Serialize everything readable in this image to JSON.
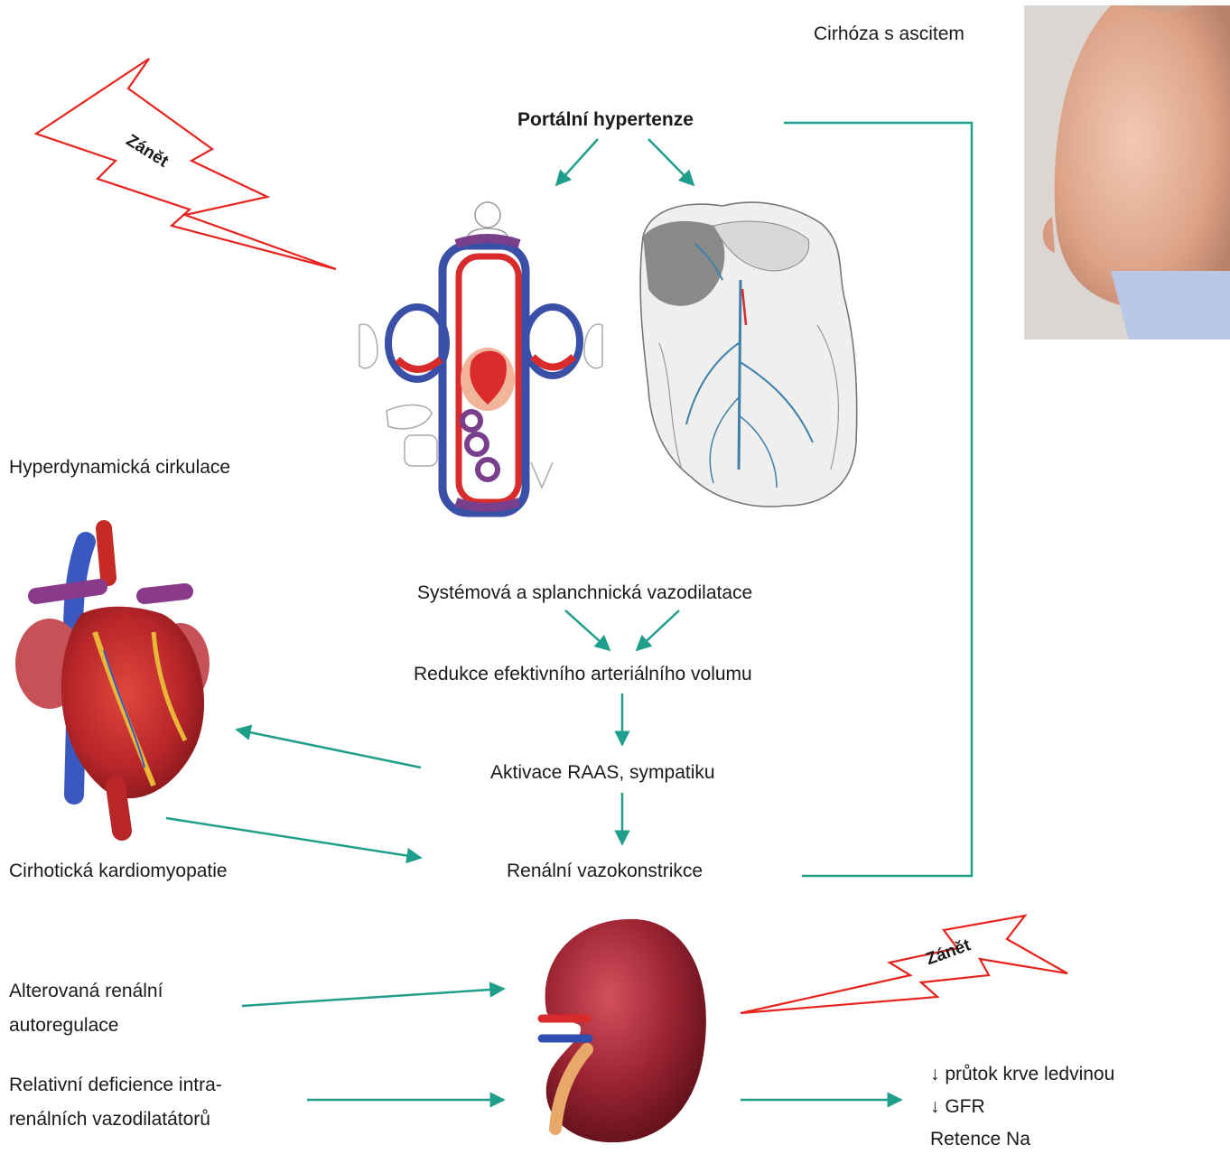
{
  "colors": {
    "arrow": "#1f9e8c",
    "bolt": "#e8231d",
    "artery": "#d92b2b",
    "vein": "#3a4fa8",
    "heart": "#b8262a",
    "kidney": "#8e1f2b",
    "ureter": "#e7a86a"
  },
  "labels": {
    "portal": "Portální hypertenze",
    "cirrhosis": "Cirhóza s ascitem",
    "hyperdynamic": "Hyperdynamická cirkulace",
    "systemic": "Systémová a splanchnická vazodilatace",
    "reduction": "Redukce efektivního arteriálního volumu",
    "raas": "Aktivace RAAS, sympatiku",
    "cardiomyopathy": "Cirhotická kardiomyopatie",
    "renal_vaso": "Renální vazokonstrikce",
    "autoreg_line1": "Alterovaná renální",
    "autoreg_line2": "autoregulace",
    "deficiency_line1": "Relativní deficience intra-",
    "deficiency_line2": "renálních vazodilatátorů",
    "outcome1": "↓ průtok krve ledvinou",
    "outcome2": "↓ GFR",
    "outcome3": "Retence Na",
    "inflammation": "Zánět"
  },
  "icons": {
    "bolt_top": "lightning-bolt-icon",
    "bolt_right": "lightning-bolt-icon",
    "circulation": "circulation-diagram",
    "intestine": "portal-venous-anatomy",
    "heart": "heart-illustration",
    "kidney": "kidney-illustration",
    "photo": "ascites-abdomen-photo"
  }
}
